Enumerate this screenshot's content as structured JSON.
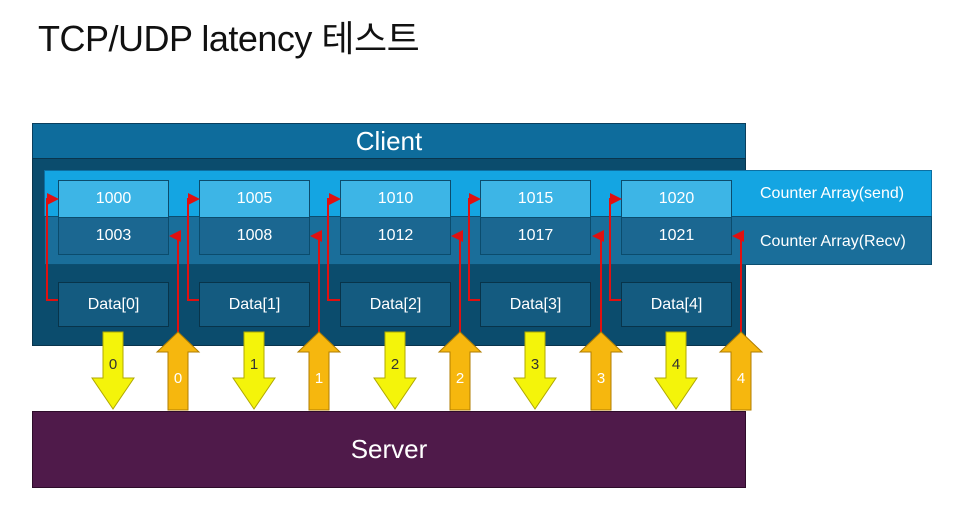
{
  "title": "TCP/UDP latency 테스트",
  "client_label": "Client",
  "server_label": "Server",
  "row_labels": {
    "send": "Counter Array(send)",
    "recv": "Counter Array(Recv)"
  },
  "send_values": [
    "1000",
    "1005",
    "1010",
    "1015",
    "1020"
  ],
  "recv_values": [
    "1003",
    "1008",
    "1012",
    "1017",
    "1021"
  ],
  "data_labels": [
    "Data[0]",
    "Data[1]",
    "Data[2]",
    "Data[3]",
    "Data[4]"
  ],
  "down_arrow_labels": [
    "0",
    "1",
    "2",
    "3",
    "4"
  ],
  "up_arrow_labels": [
    "0",
    "1",
    "2",
    "3",
    "4"
  ],
  "colors": {
    "client_header": "#0e6c9c",
    "client_body": "#0b4c6d",
    "send_band": "#14a5e2",
    "recv_band": "#1a6e9a",
    "server": "#4f1a4a",
    "down_arrow": "#f4f40a",
    "up_arrow": "#f6b70e",
    "link_line": "#e01010"
  }
}
